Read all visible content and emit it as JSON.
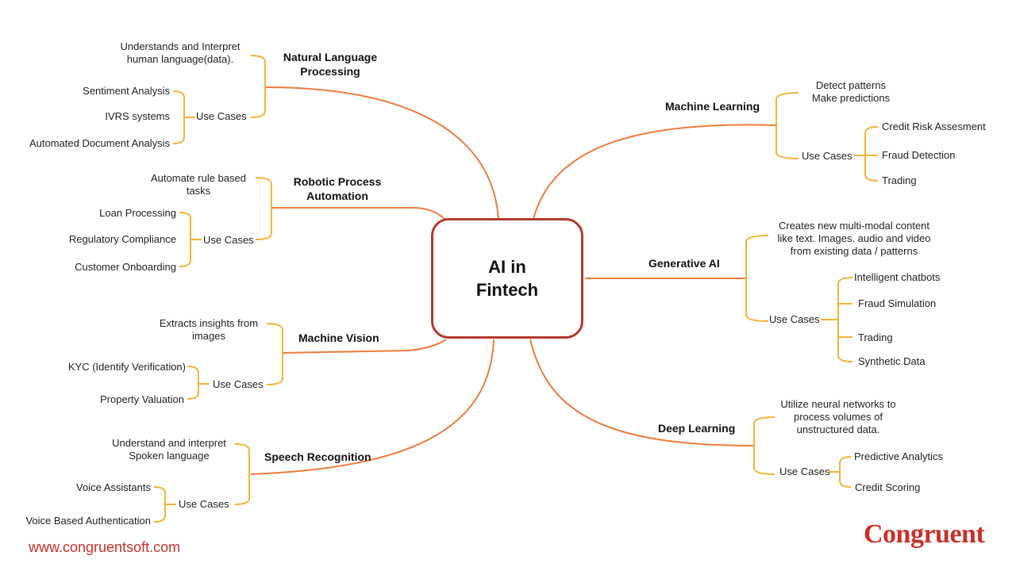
{
  "center": {
    "title": "AI in\nFintech"
  },
  "branches": {
    "nlp": {
      "title_l1": "Natural Language",
      "title_l2": "Processing",
      "desc_l1": "Understands and Interpret",
      "desc_l2": "human language(data).",
      "use_cases_label": "Use Cases",
      "items": [
        "Sentiment Analysis",
        "IVRS systems",
        "Automated Document Analysis"
      ]
    },
    "rpa": {
      "title_l1": "Robotic Process",
      "title_l2": "Automation",
      "desc_l1": "Automate rule based",
      "desc_l2": "tasks",
      "use_cases_label": "Use Cases",
      "items": [
        "Loan Processing",
        "Regulatory Compliance",
        "Customer Onboarding"
      ]
    },
    "vision": {
      "title": "Machine Vision",
      "desc_l1": "Extracts insights from",
      "desc_l2": "images",
      "use_cases_label": "Use Cases",
      "items": [
        "KYC (Identify Verification)",
        "Property Valuation"
      ]
    },
    "speech": {
      "title": "Speech Recognition",
      "desc_l1": "Understand and interpret",
      "desc_l2": "Spoken language",
      "use_cases_label": "Use Cases",
      "items": [
        "Voice Assistants",
        "Voice Based Authentication"
      ]
    },
    "ml": {
      "title": "Machine Learning",
      "desc_l1": "Detect patterns",
      "desc_l2": "Make predictions",
      "use_cases_label": "Use Cases",
      "items": [
        "Credit Risk Assesment",
        "Fraud Detection",
        "Trading"
      ]
    },
    "genai": {
      "title": "Generative AI",
      "desc_l1": "Creates new multi-modal content",
      "desc_l2": "like text. Images. audio and video",
      "desc_l3": "from existing data / patterns",
      "use_cases_label": "Use Cases",
      "items": [
        "Intelligent chatbots",
        "Fraud Simulation",
        "Trading",
        "Synthetic Data"
      ]
    },
    "dl": {
      "title": "Deep Learning",
      "desc_l1": "Utilize neural networks to",
      "desc_l2": "process volumes of",
      "desc_l3": "unstructured data.",
      "use_cases_label": "Use Cases",
      "items": [
        "Predictive Analytics",
        "Credit Scoring"
      ]
    }
  },
  "footer": {
    "website": "www.congruentsoft.com",
    "logo": "Congruent"
  },
  "colors": {
    "branch": "#f07a3c",
    "bracket": "#f5b437",
    "accent": "#c8302a",
    "box_border": "#b23a2c"
  }
}
